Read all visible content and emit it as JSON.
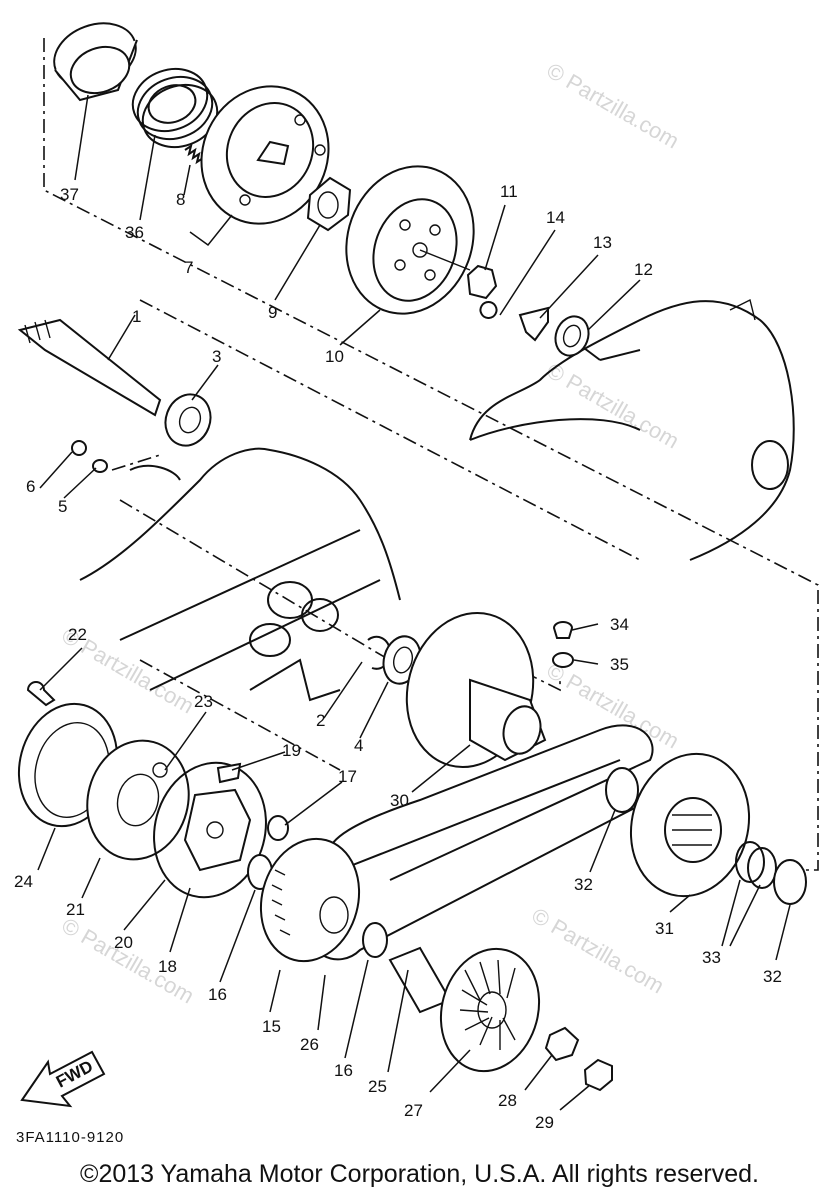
{
  "diagram_code": "3FA1110-9120",
  "copyright": "©2013 Yamaha Motor Corporation, U.S.A. All rights reserved.",
  "watermark": "© Partzilla.com",
  "fwd_label": "FWD",
  "callouts": {
    "c1": "1",
    "c2": "2",
    "c3": "3",
    "c4": "4",
    "c5": "5",
    "c6": "6",
    "c7": "7",
    "c8": "8",
    "c9": "9",
    "c10": "10",
    "c11": "11",
    "c12": "12",
    "c13": "13",
    "c14": "14",
    "c15": "15",
    "c16a": "16",
    "c16b": "16",
    "c17": "17",
    "c18": "18",
    "c19": "19",
    "c20": "20",
    "c21": "21",
    "c22": "22",
    "c23": "23",
    "c24": "24",
    "c25": "25",
    "c26": "26",
    "c27": "27",
    "c28": "28",
    "c29": "29",
    "c30": "30",
    "c31": "31",
    "c32a": "32",
    "c32b": "32",
    "c33": "33",
    "c34": "34",
    "c35": "35",
    "c36": "36",
    "c37": "37"
  }
}
